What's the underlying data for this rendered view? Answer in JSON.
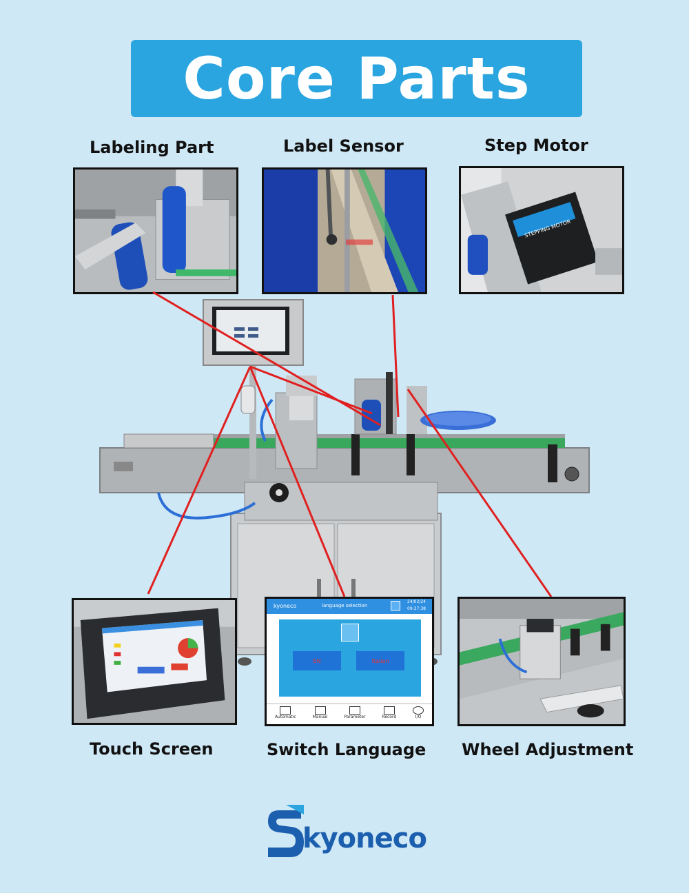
{
  "banner": {
    "title": "Core Parts"
  },
  "parts": {
    "labeling_part": "Labeling Part",
    "label_sensor": "Label Sensor",
    "step_motor": "Step Motor",
    "touch_screen": "Touch Screen",
    "switch_language": "Switch Language",
    "wheel_adjustment": "Wheel Adjustment"
  },
  "motor_photo": {
    "motor_label": "STEPPING MOTOR"
  },
  "language_screen": {
    "brand": "kyoneco",
    "title": "language selection",
    "date": "24/02/24",
    "time": "09:37:38",
    "options": [
      "EN",
      "Italian"
    ],
    "tabs": [
      "Automatic",
      "Manual",
      "Parameter",
      "Record",
      "I/O"
    ]
  },
  "logo": {
    "text": "kyoneco"
  },
  "colors": {
    "accent": "#2aa5e0",
    "pointer_line": "#e02020",
    "brand": "#1b5fae",
    "background": "#cfe8f5"
  }
}
